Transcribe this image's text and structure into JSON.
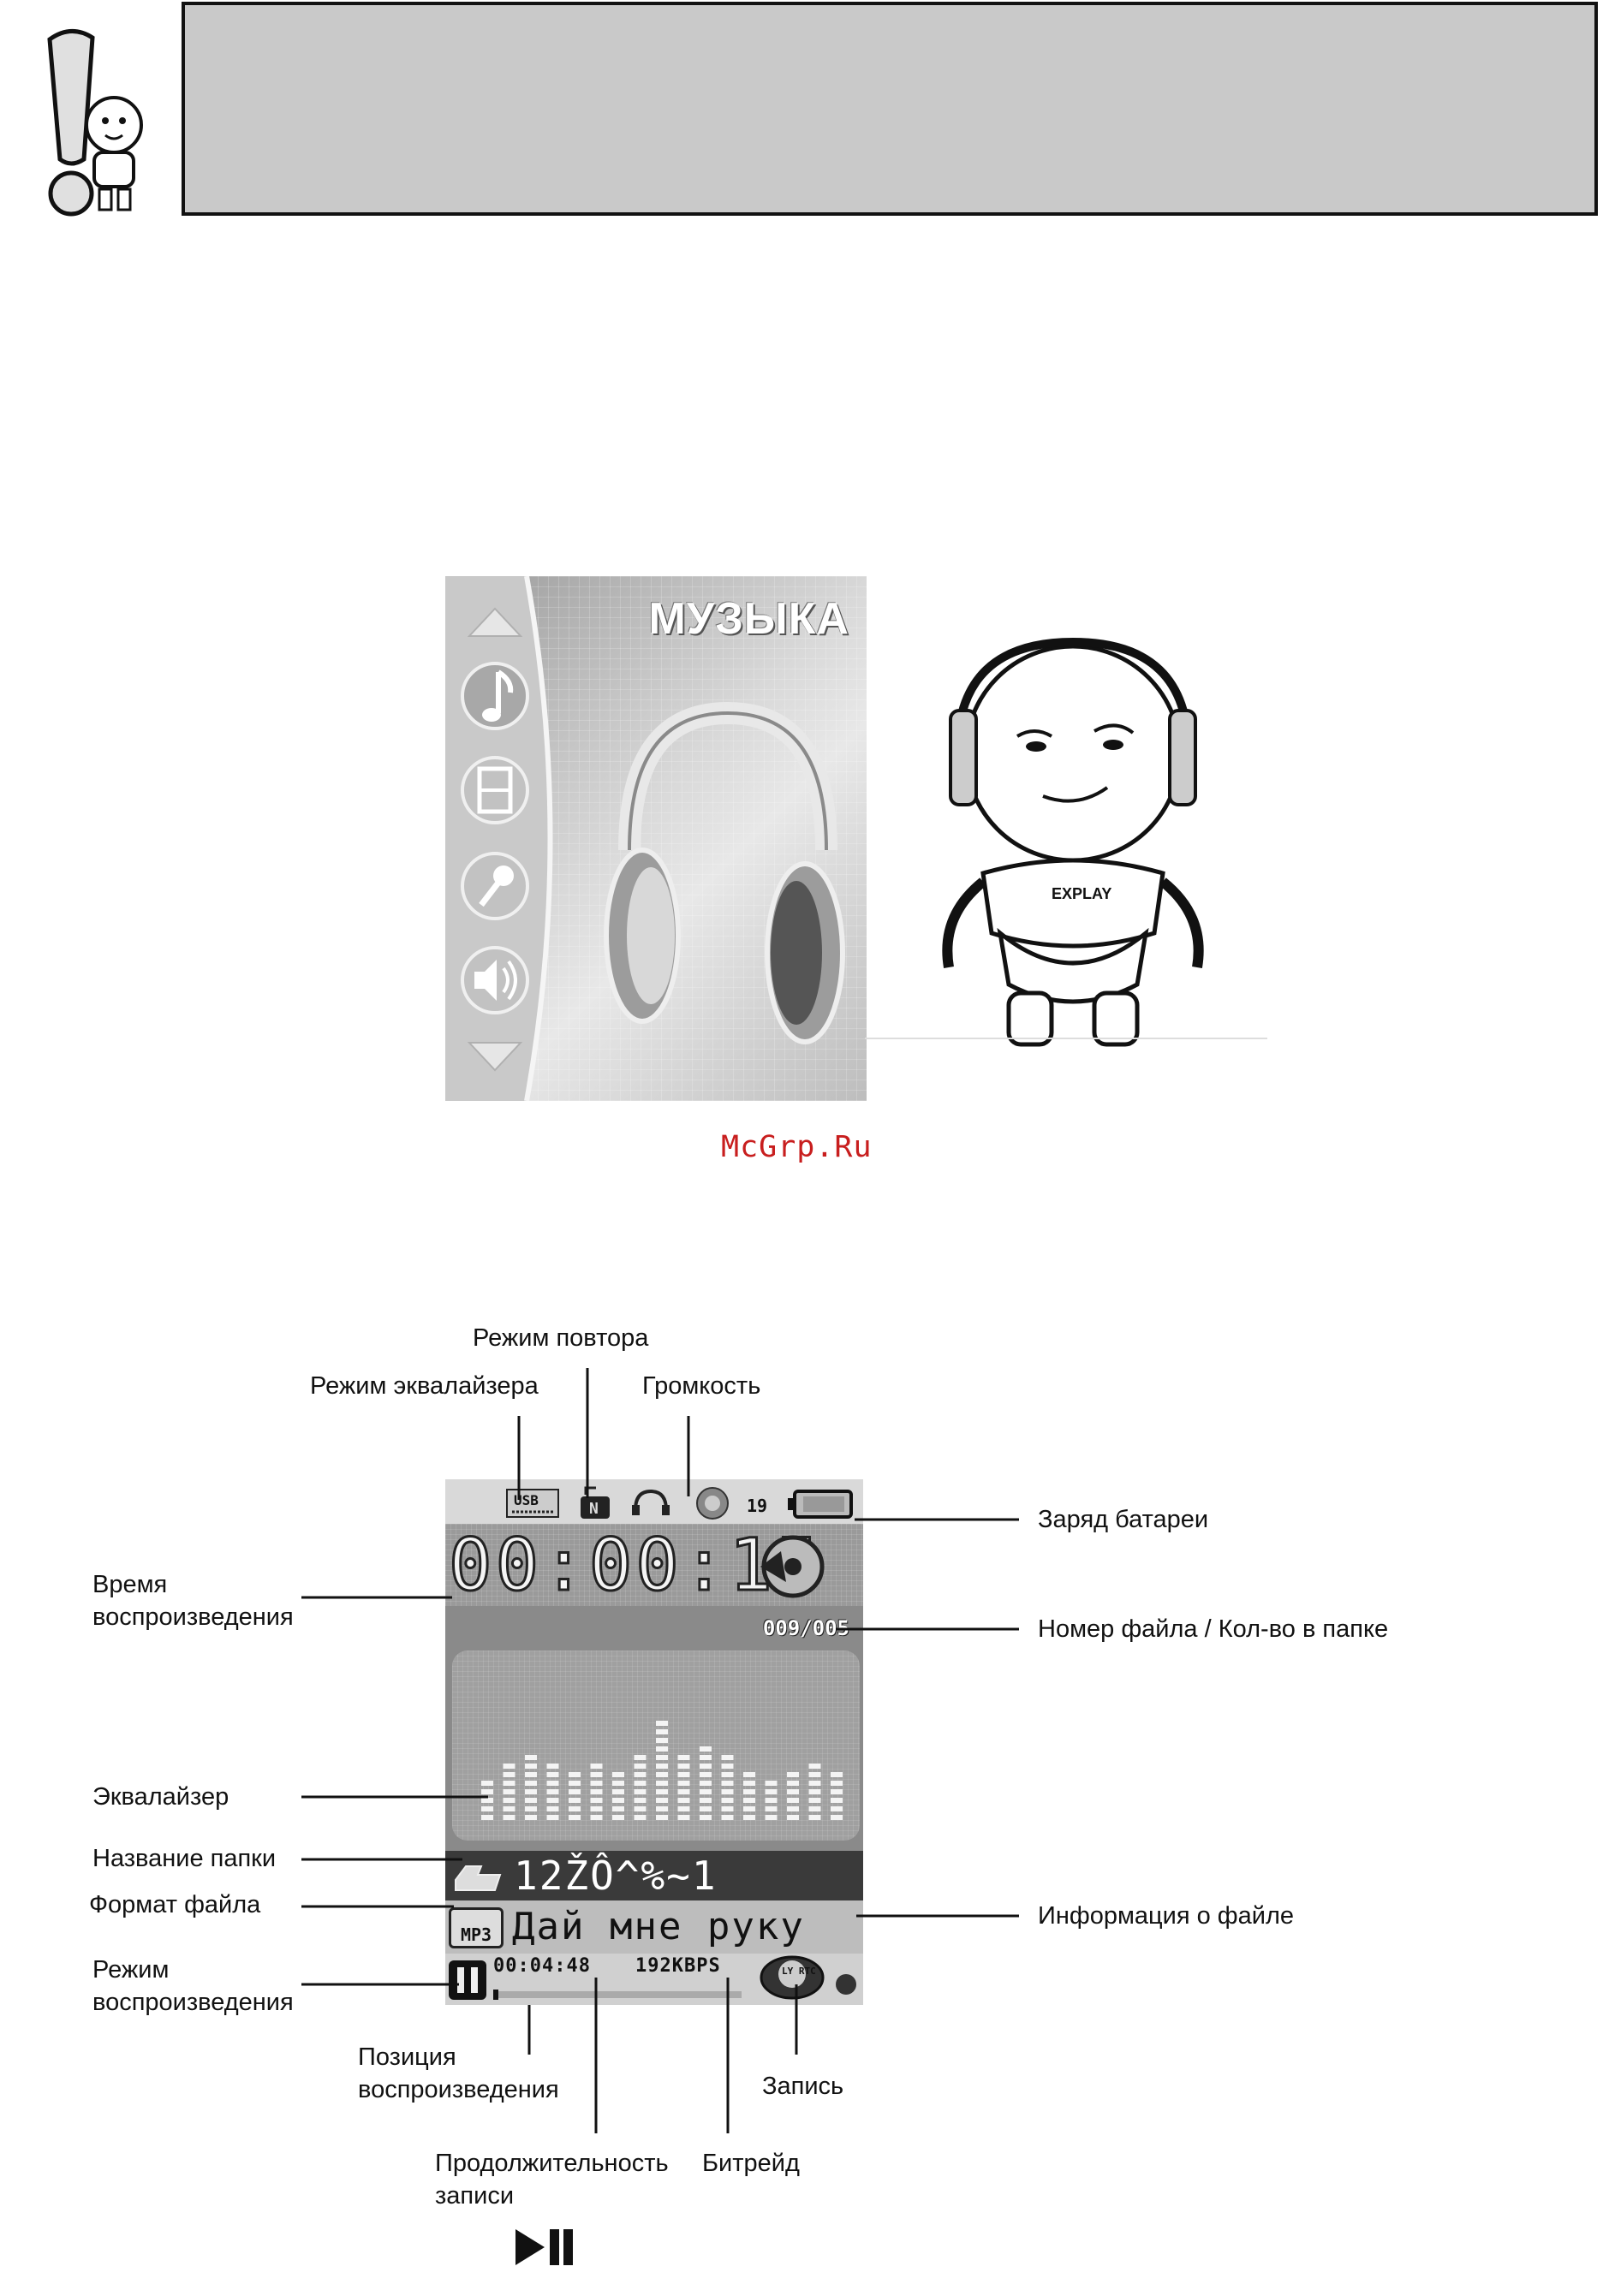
{
  "watermark": "McGrp.Ru",
  "music_menu": {
    "title": "МУЗЫКА"
  },
  "player": {
    "play_time": "00:00:15",
    "file_counter": "009/005",
    "folder_name": "12ŽÔ^%~1",
    "file_info": "Дай мне руку",
    "file_format": "MP3",
    "duration": "00:04:48",
    "bitrate": "192KBPS",
    "volume": "19",
    "equalizer_badge": "USB",
    "repeat_badge": "N",
    "record_badge": "LY RTC"
  },
  "labels": {
    "repeat_mode": "Режим повтора",
    "eq_mode": "Режим эквалайзера",
    "volume": "Громкость",
    "battery": "Заряд батареи",
    "play_time_1": "Время",
    "play_time_2": "воспроизведения",
    "file_number": "Номер файла / Кол-во в папке",
    "equalizer": "Эквалайзер",
    "folder_name": "Название папки",
    "file_format": "Формат файла",
    "file_info": "Информация о файле",
    "play_mode_1": "Режим",
    "play_mode_2": "воспроизведения",
    "play_position_1": "Позиция",
    "play_position_2": "воспроизведения",
    "record": "Запись",
    "duration_1": "Продолжительность",
    "duration_2": "записи",
    "bitrate": "Битрейд"
  },
  "equalizer_levels": [
    5,
    7,
    8,
    7,
    6,
    7,
    6,
    8,
    12,
    8,
    9,
    8,
    6,
    5,
    6,
    7,
    6
  ]
}
